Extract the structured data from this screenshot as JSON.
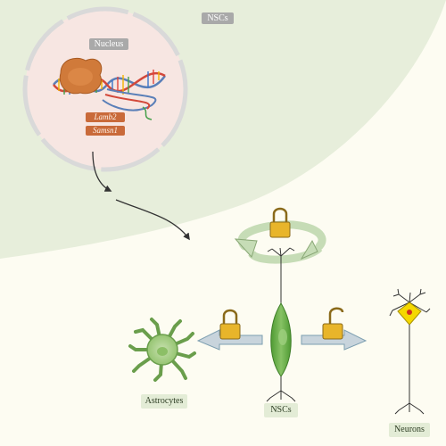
{
  "labels": {
    "nscs_top": "NSCs",
    "nucleus": "Nucleus",
    "gene_1": "Lamb2",
    "gene_2": "Samsn1",
    "astrocytes": "Astrocytes",
    "nscs_bottom": "NSCs",
    "neurons": "Neurons"
  },
  "icons": {
    "lock_closed_top": "padlock-closed-icon",
    "lock_closed_left": "padlock-closed-icon",
    "lock_open_right": "padlock-open-icon"
  },
  "colors": {
    "background": "#fdfcf2",
    "cell_region": "#e7eedb",
    "nucleus_fill": "#f7e6e2",
    "nucleus_border": "#d9d9d9",
    "gene_label": "#c96a3a",
    "chromatin": "#d07a3a",
    "nsc_body": "#6fb04a",
    "astrocyte": "#a9cf8a",
    "neuron_soma": "#f5d800",
    "label_bg": "#e3ecd6"
  }
}
